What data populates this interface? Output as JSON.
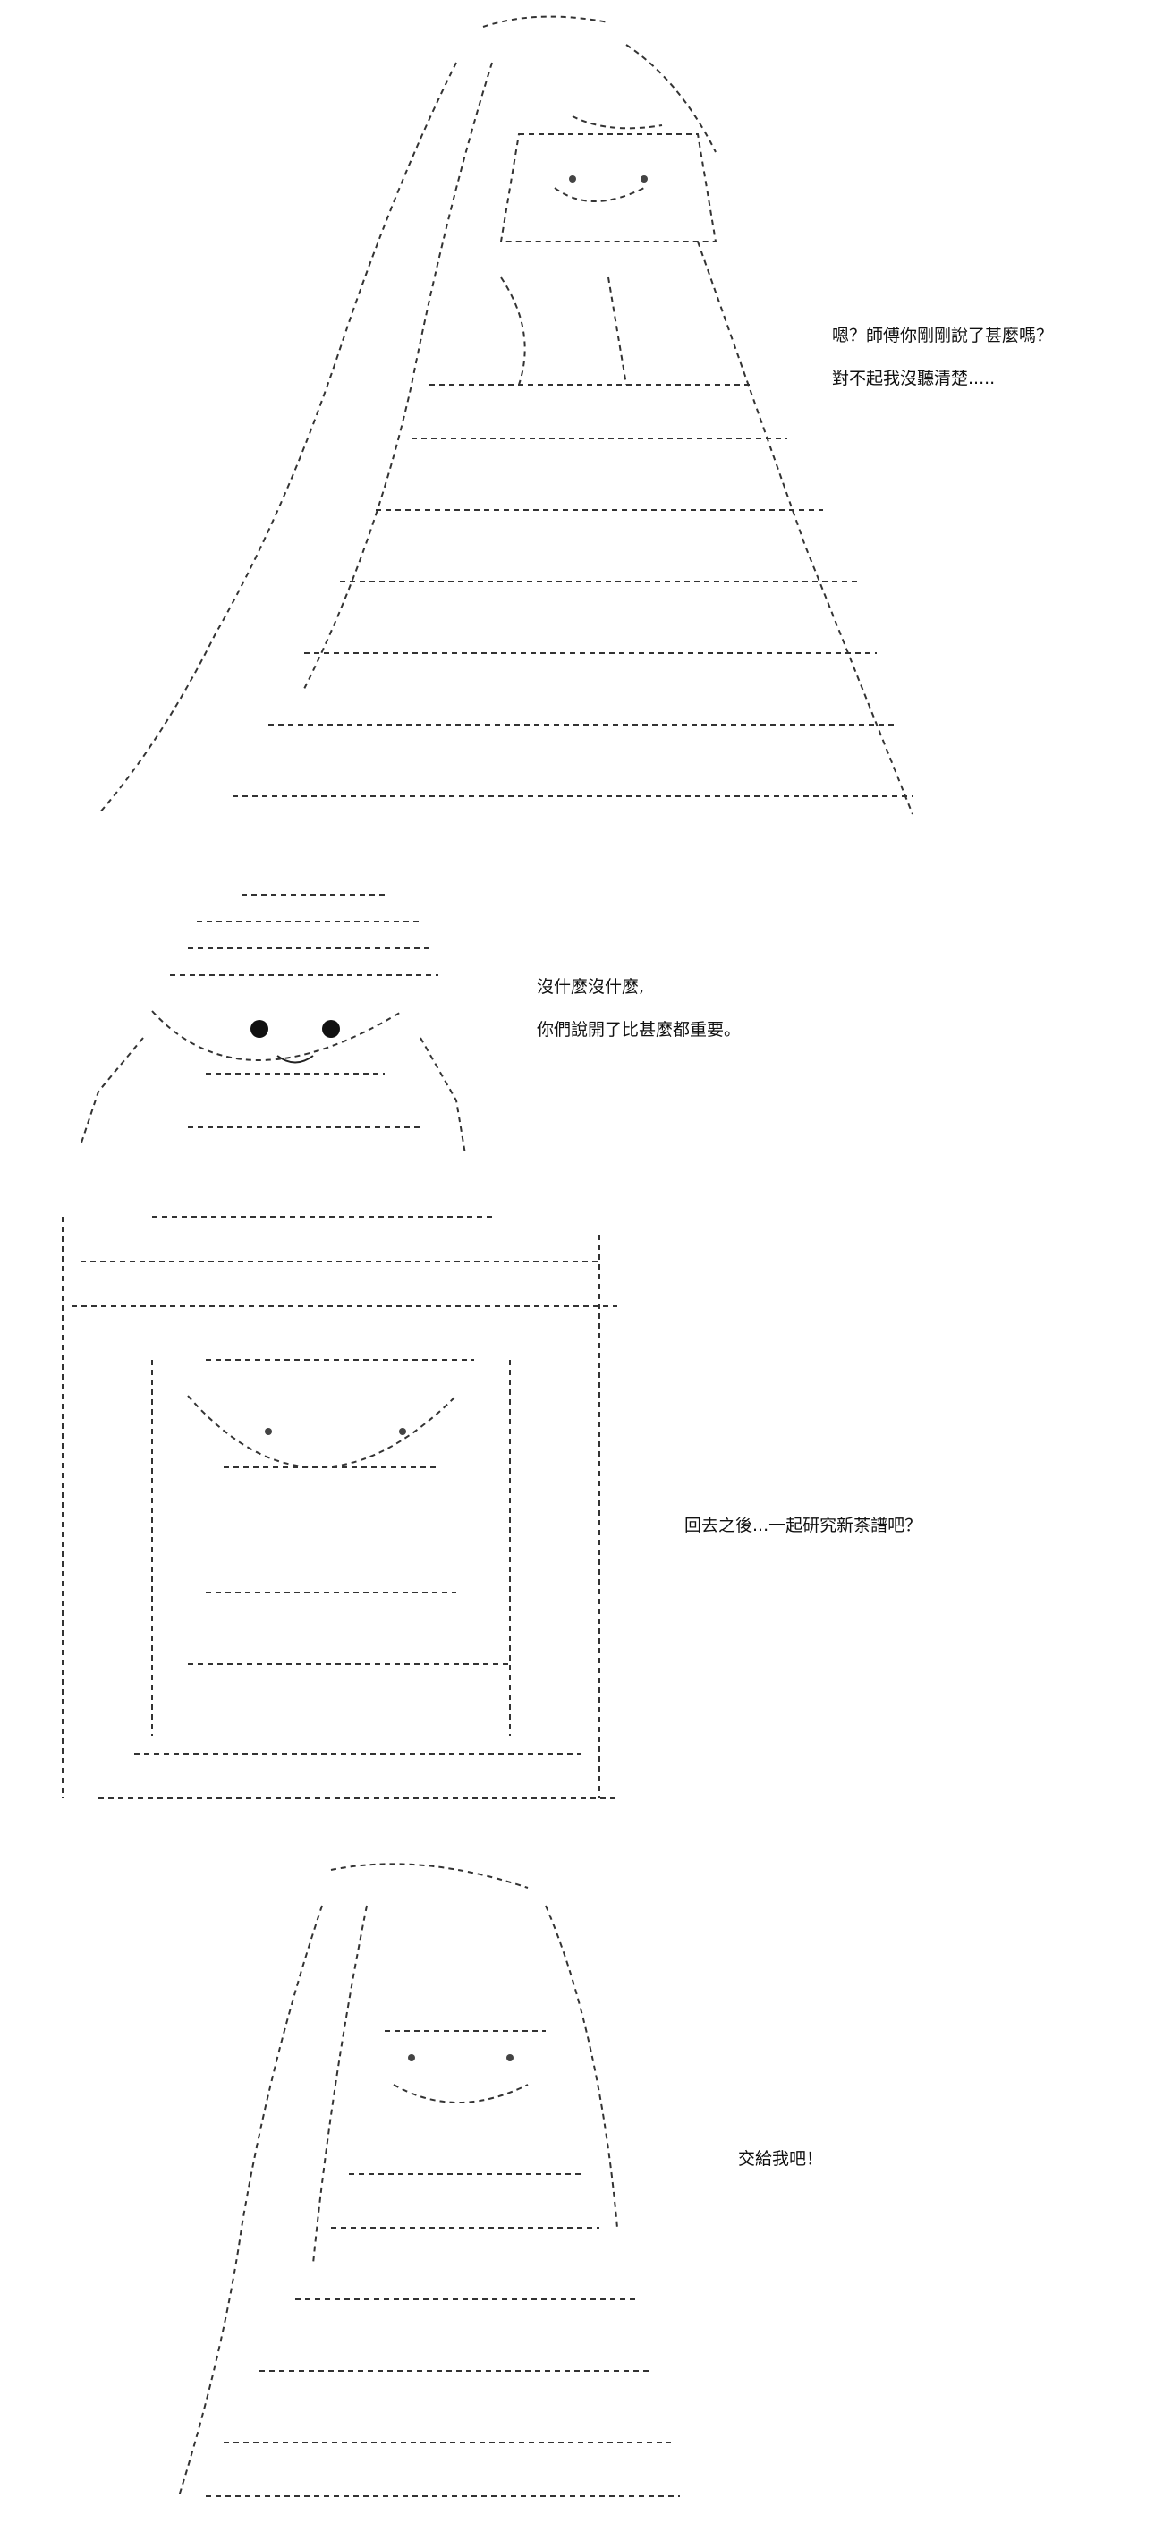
{
  "panels": [
    {
      "lines": [
        "嗯？師傅你剛剛說了甚麼嗎？",
        "對不起我沒聽清楚....."
      ]
    },
    {
      "lines": [
        "沒什麼沒什麼,",
        "你們說開了比甚麼都重要。"
      ]
    },
    {
      "lines": [
        "回去之後...一起研究新茶譜吧？"
      ]
    },
    {
      "lines": [
        "交給我吧！"
      ]
    }
  ],
  "colors": {
    "ink": "#222222",
    "background": "#ffffff"
  }
}
